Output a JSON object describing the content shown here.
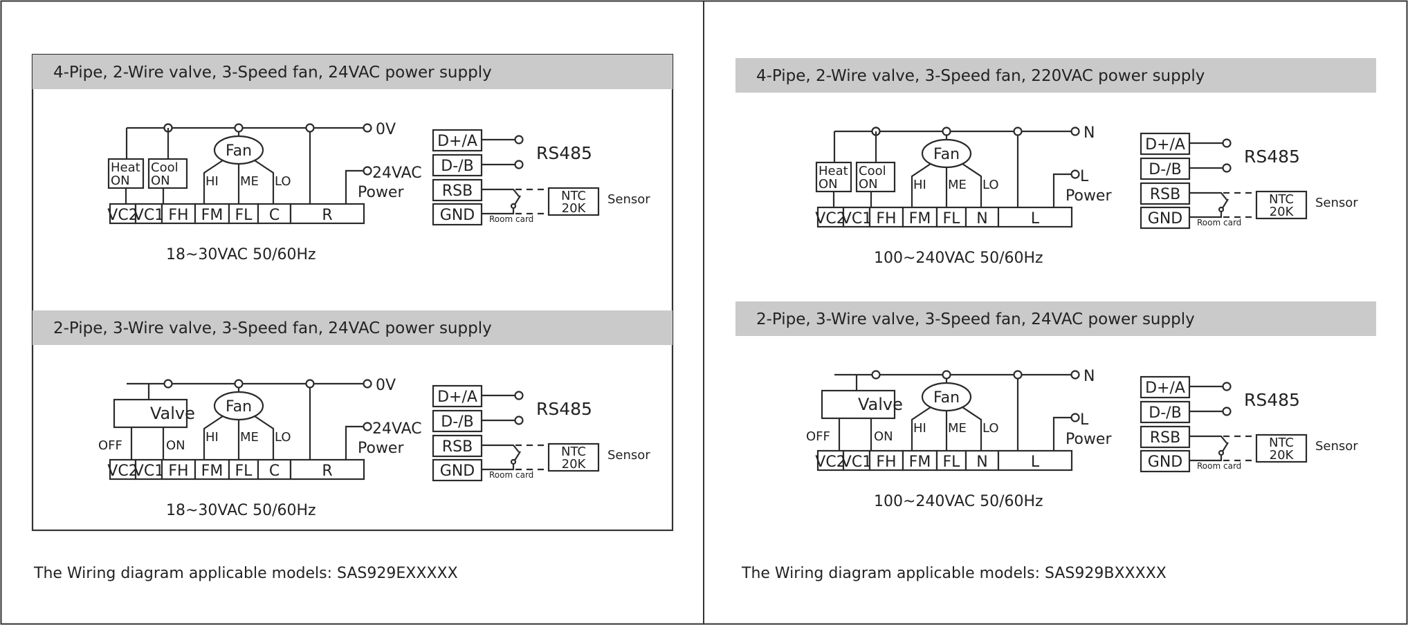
{
  "diagrams": [
    {
      "header": "4-Pipe, 2-Wire valve, 3-Speed fan, 24VAC power supply",
      "terminals": [
        "VC2",
        "VC1",
        "FH",
        "FM",
        "FL",
        "C",
        "R"
      ],
      "valve_labels": [
        "Heat",
        "ON",
        "Cool",
        "ON"
      ],
      "fan": "Fan",
      "speeds": [
        "HI",
        "ME",
        "LO"
      ],
      "top_supply": "0V",
      "supply_label": "24VAC",
      "power": "Power",
      "voltage": "18~30VAC 50/60Hz",
      "comm_terminals": [
        "D+/A",
        "D-/B",
        "RSB",
        "GND"
      ],
      "rs485": "RS485",
      "ntc": [
        "NTC",
        "20K"
      ],
      "sensor": "Sensor",
      "room_card": "Room card"
    },
    {
      "header": "2-Pipe, 3-Wire valve, 3-Speed fan, 24VAC power supply",
      "terminals": [
        "VC2",
        "VC1",
        "FH",
        "FM",
        "FL",
        "C",
        "R"
      ],
      "valve": "Valve",
      "off": "OFF",
      "on": "ON",
      "fan": "Fan",
      "speeds": [
        "HI",
        "ME",
        "LO"
      ],
      "top_supply": "0V",
      "supply_label": "24VAC",
      "power": "Power",
      "voltage": "18~30VAC  50/60Hz",
      "comm_terminals": [
        "D+/A",
        "D-/B",
        "RSB",
        "GND"
      ],
      "rs485": "RS485",
      "ntc": [
        "NTC",
        "20K"
      ],
      "sensor": "Sensor",
      "room_card": "Room card"
    },
    {
      "header": "4-Pipe, 2-Wire valve, 3-Speed fan, 220VAC power supply",
      "terminals": [
        "VC2",
        "VC1",
        "FH",
        "FM",
        "FL",
        "N",
        "L"
      ],
      "valve_labels": [
        "Heat",
        "ON",
        "Cool",
        "ON"
      ],
      "fan": "Fan",
      "speeds": [
        "HI",
        "ME",
        "LO"
      ],
      "top_supply": "N",
      "supply_label": "L",
      "power": "Power",
      "voltage": "100~240VAC 50/60Hz",
      "comm_terminals": [
        "D+/A",
        "D-/B",
        "RSB",
        "GND"
      ],
      "rs485": "RS485",
      "ntc": [
        "NTC",
        "20K"
      ],
      "sensor": "Sensor",
      "room_card": "Room card"
    },
    {
      "header": "2-Pipe, 3-Wire valve, 3-Speed fan, 24VAC power supply",
      "terminals": [
        "VC2",
        "VC1",
        "FH",
        "FM",
        "FL",
        "N",
        "L"
      ],
      "valve": "Valve",
      "off": "OFF",
      "on": "ON",
      "fan": "Fan",
      "speeds": [
        "HI",
        "ME",
        "LO"
      ],
      "top_supply": "N",
      "supply_label": "L",
      "power": "Power",
      "voltage": "100~240VAC 50/60Hz",
      "comm_terminals": [
        "D+/A",
        "D-/B",
        "RSB",
        "GND"
      ],
      "rs485": "RS485",
      "ntc": [
        "NTC",
        "20K"
      ],
      "sensor": "Sensor",
      "room_card": "Room card"
    }
  ],
  "footnotes": [
    "The Wiring diagram applicable models: SAS929EXXXXX",
    "The Wiring diagram applicable models: SAS929BXXXXX"
  ],
  "colors": {
    "header_bg": "#c9cac9",
    "line": "#2a2a2a"
  }
}
